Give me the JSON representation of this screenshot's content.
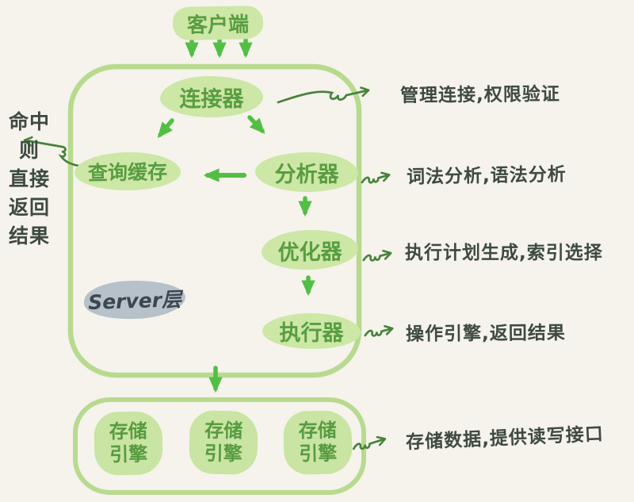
{
  "diagram": {
    "client": {
      "label": "客户端"
    },
    "server": {
      "layer_label": "Server层",
      "connector": "连接器",
      "query_cache": "查询缓存",
      "analyzer": "分析器",
      "optimizer": "优化器",
      "executor": "执行器"
    },
    "storage_engines": [
      {
        "line1": "存储",
        "line2": "引擎"
      },
      {
        "line1": "存储",
        "line2": "引擎"
      },
      {
        "line1": "存储",
        "line2": "引擎"
      }
    ],
    "annotations": {
      "connector": "管理连接,权限验证",
      "analyzer": "词法分析,语法分析",
      "optimizer": "执行计划生成,索引选择",
      "executor": "操作引擎,返回结果",
      "storage": "存储数据,提供读写接口"
    },
    "cache_hit_note": {
      "lines": [
        "命中",
        "则",
        "直接",
        "返回",
        "结果"
      ]
    },
    "colors": {
      "background": "#f5f3ec",
      "container_stroke": "#b8da8f",
      "node_fill": "#cde7a6",
      "node_text": "#589d41",
      "arrow_green": "#52bf44",
      "squiggle_green": "#47833b",
      "annotation_text": "#3e4a41",
      "server_label_fill": "#b6c1c9",
      "server_label_text": "#3c4650"
    }
  }
}
